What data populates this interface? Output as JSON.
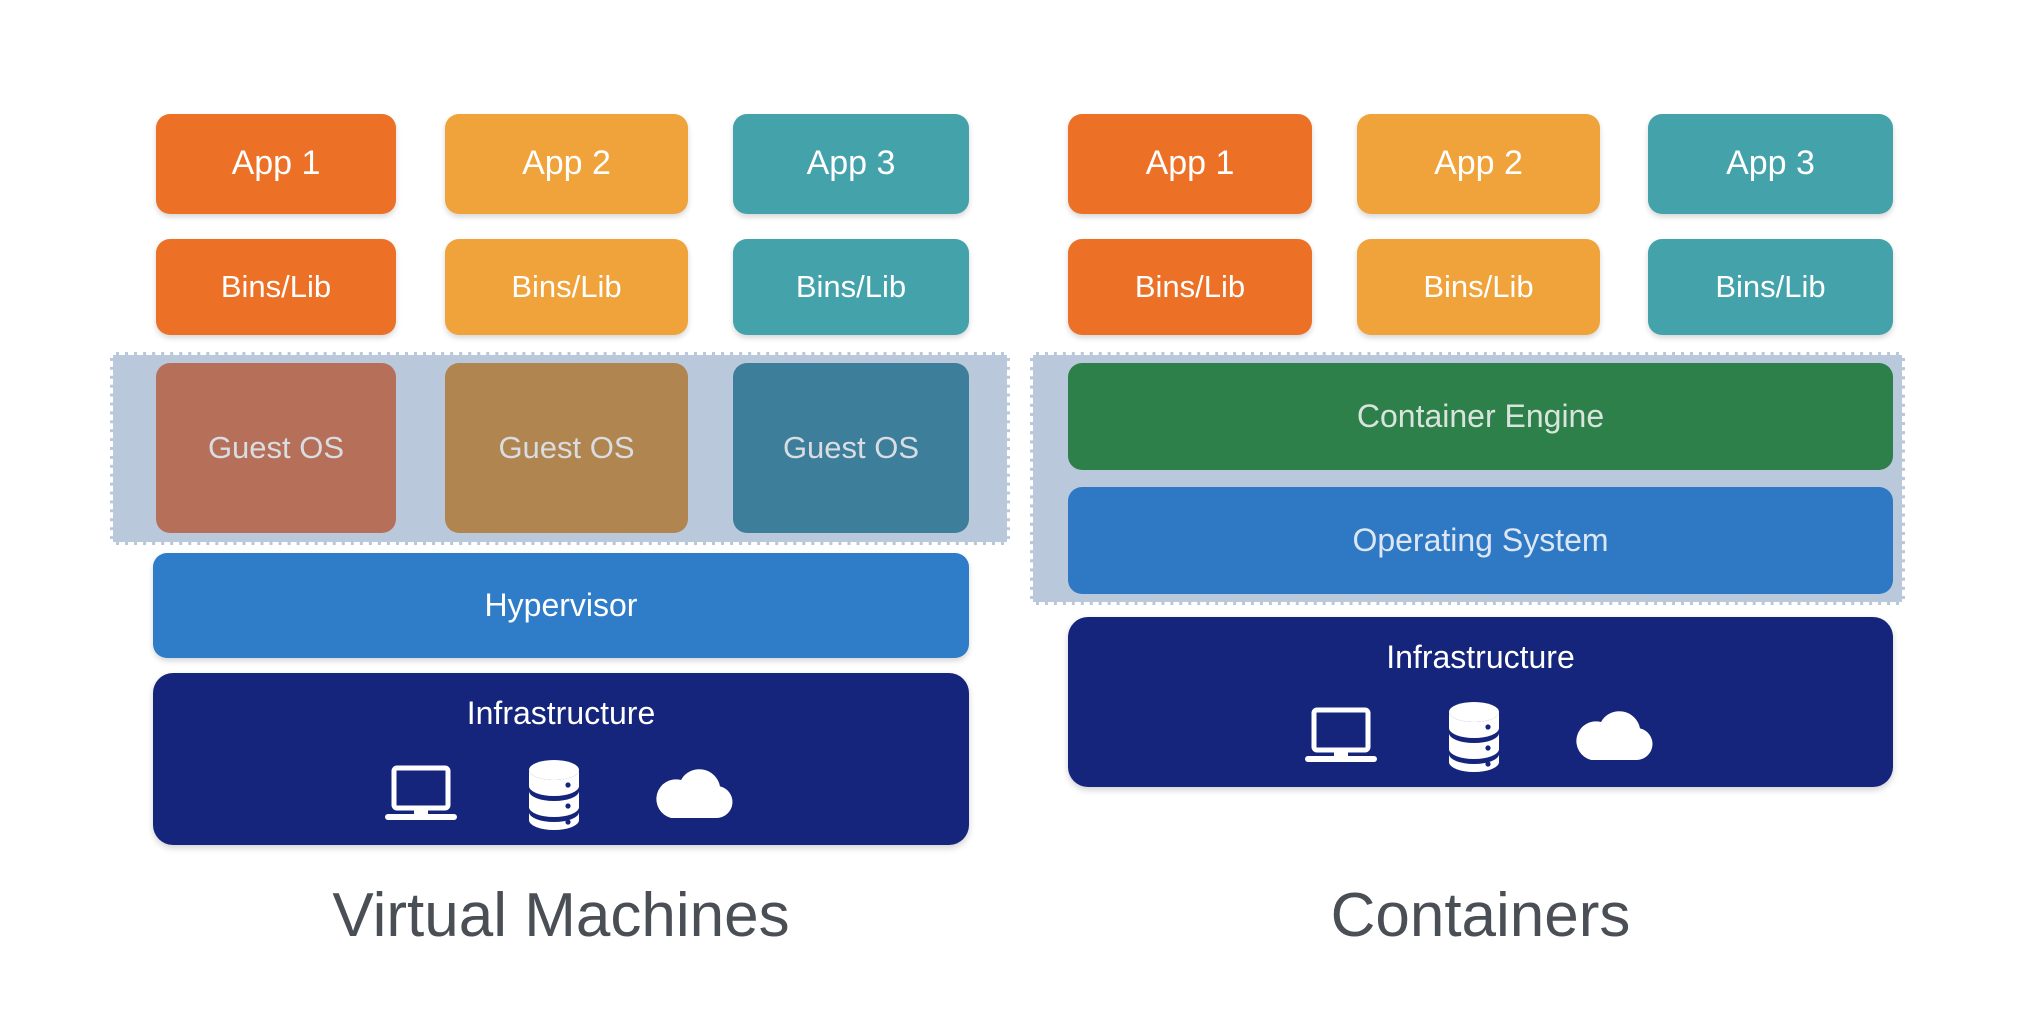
{
  "diagram": {
    "title": "Virtual Machines vs Containers architecture comparison",
    "background": "#ffffff"
  },
  "colors": {
    "orange": "#ec7026",
    "amber": "#efa33a",
    "teal": "#44a2ab",
    "guest_red": "#b6705a",
    "guest_tan": "#b0854f",
    "guest_steel": "#3d7f9b",
    "hypervisor_blue": "#2f7cc8",
    "container_engine_green": "#2d8049",
    "operating_system_blue": "#2f79c4",
    "infrastructure_navy": "#16257c",
    "dashed_group_fill": "#b9c8da",
    "caption_gray": "#4a4f55",
    "box_text": "#ffffff",
    "muted_text": "#d9dde2"
  },
  "left_panel": {
    "caption": "Virtual Machines",
    "apps": [
      {
        "label": "App 1",
        "color": "#ec7026"
      },
      {
        "label": "App 2",
        "color": "#efa33a"
      },
      {
        "label": "App 3",
        "color": "#44a2ab"
      }
    ],
    "bins": [
      {
        "label": "Bins/Lib",
        "color": "#ec7026"
      },
      {
        "label": "Bins/Lib",
        "color": "#efa33a"
      },
      {
        "label": "Bins/Lib",
        "color": "#44a2ab"
      }
    ],
    "guest_os": [
      {
        "label": "Guest OS",
        "color": "#b6705a"
      },
      {
        "label": "Guest OS",
        "color": "#b0854f"
      },
      {
        "label": "Guest OS",
        "color": "#3d7f9b"
      }
    ],
    "hypervisor": {
      "label": "Hypervisor",
      "color": "#2f7cc8"
    },
    "infrastructure": {
      "label": "Infrastructure",
      "color": "#16257c",
      "icons": [
        "laptop-icon",
        "database-icon",
        "cloud-icon"
      ]
    }
  },
  "right_panel": {
    "caption": "Containers",
    "apps": [
      {
        "label": "App 1",
        "color": "#ec7026"
      },
      {
        "label": "App 2",
        "color": "#efa33a"
      },
      {
        "label": "App 3",
        "color": "#44a2ab"
      }
    ],
    "bins": [
      {
        "label": "Bins/Lib",
        "color": "#ec7026"
      },
      {
        "label": "Bins/Lib",
        "color": "#efa33a"
      },
      {
        "label": "Bins/Lib",
        "color": "#44a2ab"
      }
    ],
    "container_engine": {
      "label": "Container Engine",
      "color": "#2d8049"
    },
    "operating_system": {
      "label": "Operating System",
      "color": "#2f79c4"
    },
    "infrastructure": {
      "label": "Infrastructure",
      "color": "#16257c",
      "icons": [
        "laptop-icon",
        "database-icon",
        "cloud-icon"
      ]
    }
  }
}
